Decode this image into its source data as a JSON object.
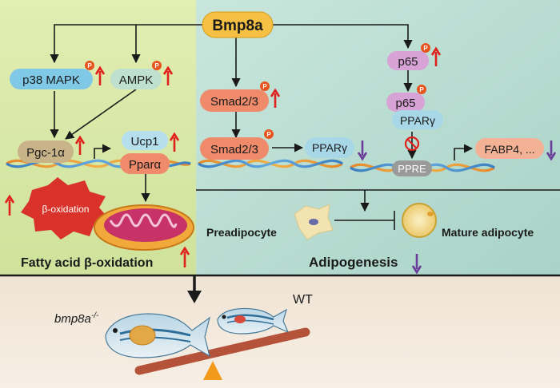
{
  "regulator": "Bmp8a",
  "left_panel": {
    "p38": "p38 MAPK",
    "ampk": "AMPK",
    "pgc": "Pgc-1α",
    "ucp1": "Ucp1",
    "ppara": "Pparα",
    "beta_ox": "β-oxidation",
    "caption": "Fatty acid β-oxidation"
  },
  "middle_panel": {
    "smad_top": "Smad2/3",
    "smad_bottom": "Smad2/3",
    "pparg": "PPARγ"
  },
  "right_panel": {
    "p65_top": "p65",
    "p65_complex": "p65",
    "pparg_complex": "PPARγ",
    "ppre": "PPRE",
    "fabp4": "FABP4, ..."
  },
  "adipogenesis_panel": {
    "preadipocyte": "Preadipocyte",
    "mature": "Mature adipocyte",
    "caption": "Adipogenesis"
  },
  "phospho_mark": "P",
  "bottom_panel": {
    "mutant_prefix": "bmp8a",
    "mutant_superscript": "-/-",
    "wt": "WT"
  },
  "colors": {
    "left_bg": "#d9e8a6",
    "right_bg": "#b8dcd2",
    "bottom_bg": "#f3e7d8",
    "up_arrow": "#e0201b",
    "down_arrow": "#6a3d9a",
    "phospho": "#e8541e",
    "seesaw": "#b5533a",
    "fulcrum": "#f29a1c"
  }
}
